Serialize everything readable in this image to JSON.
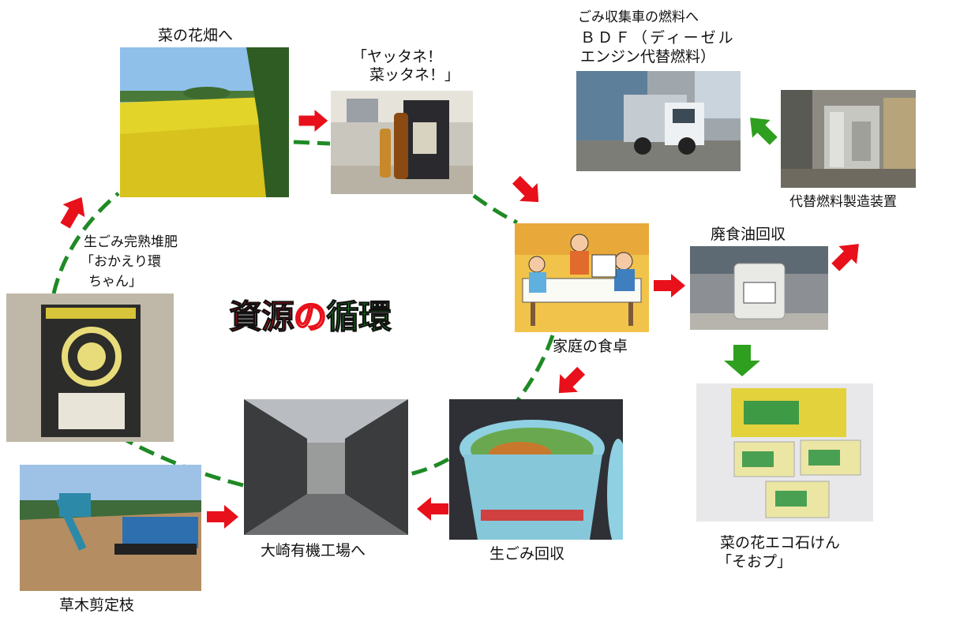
{
  "title": {
    "part1": "資源",
    "part2": "の",
    "part3": "循環"
  },
  "nodes": {
    "rapeseed_field": {
      "label": "菜の花畑へ"
    },
    "oil_product": {
      "label_line1": "「ヤッタネ！",
      "label_line2": "菜ッタネ！」"
    },
    "garbage_truck": {
      "label_line1": "ごみ収集車の燃料へ",
      "label_line2": "ＢＤＦ（ディーゼル",
      "label_line3": "エンジン代替燃料）"
    },
    "fuel_device": {
      "label": "代替燃料製造装置"
    },
    "dining_table": {
      "label": "家庭の食卓"
    },
    "waste_oil": {
      "label": "廃食油回収"
    },
    "soap": {
      "label_line1": "菜の花エコ石けん",
      "label_line2": "「そおプ」"
    },
    "food_waste": {
      "label": "生ごみ回収"
    },
    "factory": {
      "label": "大崎有機工場へ"
    },
    "pruning": {
      "label": "草木剪定枝"
    },
    "compost": {
      "label_line1": "生ごみ完熟堆肥",
      "label_line2": "「おかえり環",
      "label_line3": "ちゃん」"
    }
  },
  "colors": {
    "arrow_red": "#e8101a",
    "arrow_green": "#2e9f1e",
    "loop_dash": "#1f8a25"
  }
}
